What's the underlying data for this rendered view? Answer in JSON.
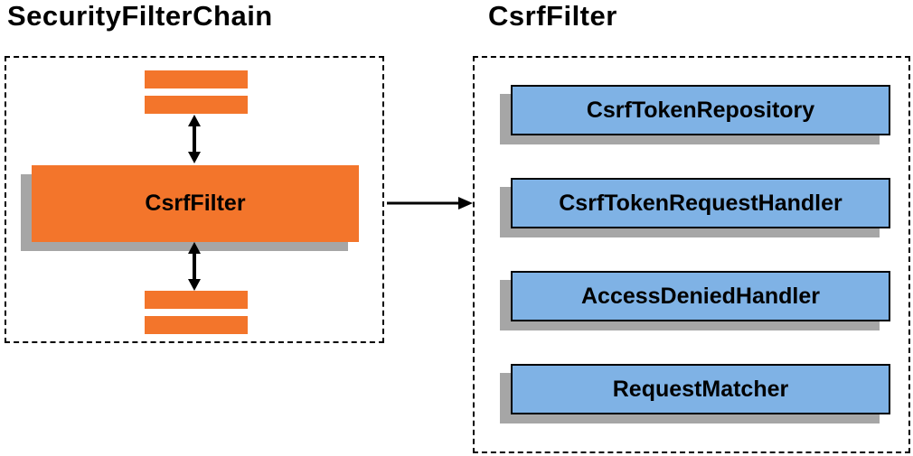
{
  "diagram": {
    "left_panel": {
      "title": "SecurityFilterChain",
      "filter_label": "CsrfFilter"
    },
    "right_panel": {
      "title": "CsrfFilter",
      "components": [
        {
          "label": "CsrfTokenRepository"
        },
        {
          "label": "CsrfTokenRequestHandler"
        },
        {
          "label": "AccessDeniedHandler"
        },
        {
          "label": "RequestMatcher"
        }
      ]
    },
    "colors": {
      "filter_orange": "#F3752B",
      "component_blue": "#7FB2E5",
      "shadow_gray": "#A6A6A6"
    }
  }
}
